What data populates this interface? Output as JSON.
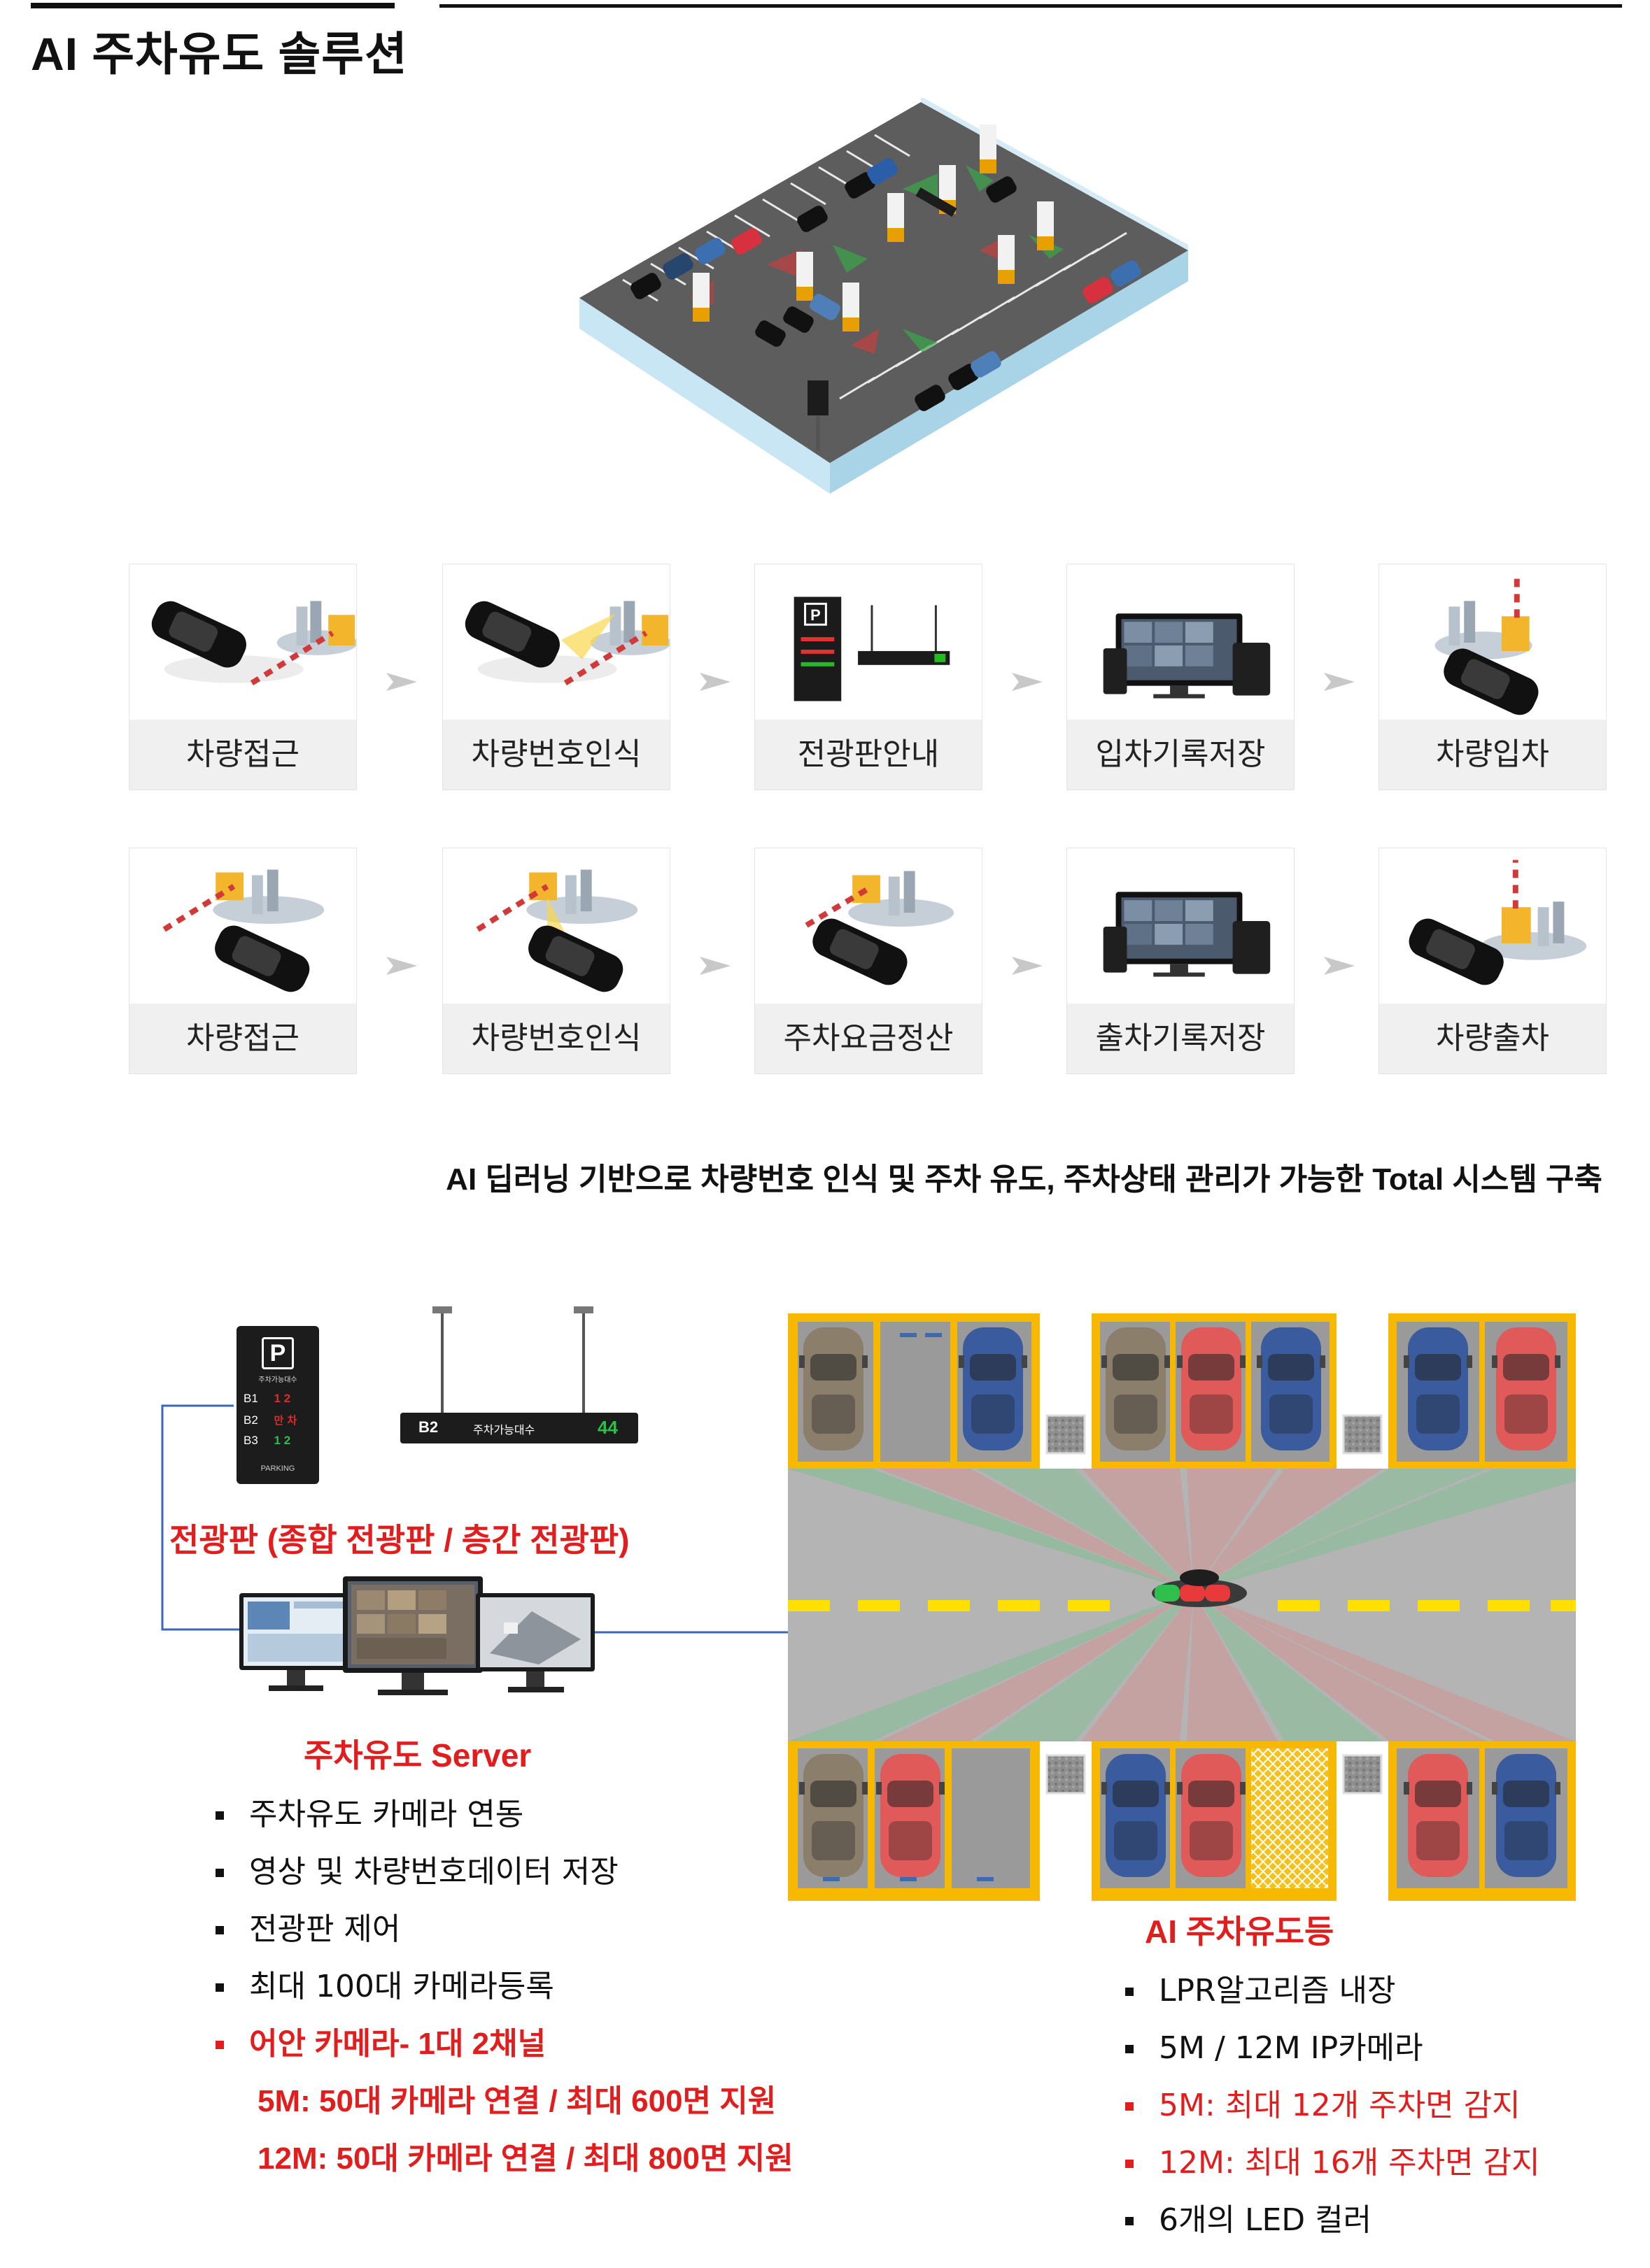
{
  "header": {
    "title": "AI 주차유도 솔루션"
  },
  "entry_flow": {
    "steps": [
      {
        "label": "차량접근",
        "icon": "car-gate-icon"
      },
      {
        "label": "차량번호인식",
        "icon": "lpr-camera-icon"
      },
      {
        "label": "전광판안내",
        "icon": "display-board-icon"
      },
      {
        "label": "입차기록저장",
        "icon": "monitor-devices-icon"
      },
      {
        "label": "차량입차",
        "icon": "gate-open-icon"
      }
    ]
  },
  "exit_flow": {
    "steps": [
      {
        "label": "차량접근",
        "icon": "car-gate-icon"
      },
      {
        "label": "차량번호인식",
        "icon": "lpr-camera-icon"
      },
      {
        "label": "주차요금정산",
        "icon": "payment-gate-icon"
      },
      {
        "label": "출차기록저장",
        "icon": "monitor-devices-icon"
      },
      {
        "label": "차량출차",
        "icon": "gate-open-icon"
      }
    ]
  },
  "headline": "AI 딥러닝 기반으로 차량번호 인식 및 주차 유도, 주차상태 관리가 가능한 Total 시스템 구축",
  "display_board": {
    "label": "전광판 (종합 전광판 / 층간 전광판)",
    "tower": {
      "sign": "P",
      "caption": "주차가능대수",
      "rows": [
        {
          "floor": "B1",
          "count": "1 2",
          "color": "#e12b2b"
        },
        {
          "floor": "B2",
          "count": "만 차",
          "color": "#e12b2b"
        },
        {
          "floor": "B3",
          "count": "1 2",
          "color": "#2bc04a"
        }
      ],
      "footer": "PARKING"
    },
    "hanging": {
      "floor": "B2",
      "caption": "주차가능대수",
      "count": "44"
    }
  },
  "server": {
    "label": "주차유도 Server",
    "features": [
      {
        "text": "주차유도 카메라 연동",
        "style": "normal"
      },
      {
        "text": "영상 및 차량번호데이터 저장",
        "style": "normal"
      },
      {
        "text": "전광판 제어",
        "style": "normal"
      },
      {
        "text": "최대 100대 카메라등록",
        "style": "normal"
      },
      {
        "text": "어안 카메라- 1대 2채널",
        "style": "hot"
      },
      {
        "text": "5M: 50대 카메라 연결 / 최대 600면 지원",
        "style": "sub"
      },
      {
        "text": "12M: 50대 카메라 연결 / 최대 800면 지원",
        "style": "sub"
      }
    ]
  },
  "guide_light": {
    "label": "AI 주차유도등",
    "features": [
      {
        "text": "LPR알고리즘 내장",
        "style": "normal"
      },
      {
        "text": "5M / 12M IP카메라",
        "style": "normal"
      },
      {
        "text": "5M: 최대 12개 주차면 감지",
        "style": "hot"
      },
      {
        "text": "12M: 최대 16개 주차면 감지",
        "style": "hot"
      },
      {
        "text": "6개의 LED 컬러",
        "style": "normal"
      }
    ]
  },
  "colors": {
    "accent_red": "#e11d1d",
    "bay_yellow": "#f6b800",
    "road_grey": "#b4b4b4",
    "lane_yellow": "#ffe000"
  }
}
